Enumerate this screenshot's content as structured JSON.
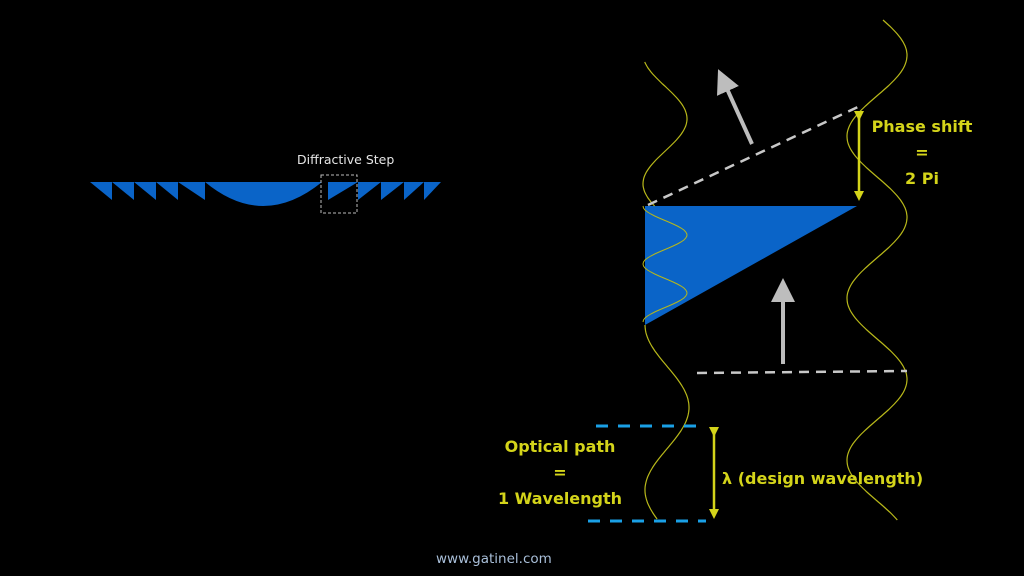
{
  "colors": {
    "background": "#000000",
    "lens_blue": "#0a64c8",
    "wave_yellow": "#b8b81a",
    "label_yellow": "#d4d41a",
    "arrow_gray": "#bdbdbd",
    "dash_gray": "#c8c8c8",
    "dash_cyan": "#1aa0e6",
    "footer_text": "#a9bfd9"
  },
  "left_profile": {
    "step_label": "Diffractive Step",
    "left_sawtooth_count": 5,
    "right_sawtooth_count": 5
  },
  "right_diagram": {
    "phase_shift_label": [
      "Phase shift",
      "=",
      "2 Pi"
    ],
    "optical_path_label": [
      "Optical path",
      "=",
      "1 Wavelength"
    ],
    "wavelength_label": "λ (design wavelength)",
    "icons": [
      "incident-arrow-icon",
      "diffracted-arrow-icon",
      "phase-shift-double-arrow-icon",
      "wavelength-double-arrow-icon"
    ]
  },
  "footer": {
    "url": "www.gatinel.com"
  }
}
